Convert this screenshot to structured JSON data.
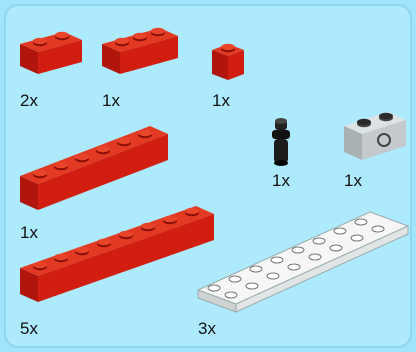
{
  "parts": [
    {
      "name": "red-brick-1x2",
      "quantity": "2x",
      "color": "#c81a10"
    },
    {
      "name": "red-brick-1x3",
      "quantity": "1x",
      "color": "#c81a10"
    },
    {
      "name": "red-brick-1x1",
      "quantity": "1x",
      "color": "#c81a10"
    },
    {
      "name": "black-pin",
      "quantity": "1x",
      "color": "#1a1a1a"
    },
    {
      "name": "gray-technic-brick-1x2",
      "quantity": "1x",
      "color": "#c8cdd0"
    },
    {
      "name": "red-brick-1x6",
      "quantity": "1x",
      "color": "#c81a10"
    },
    {
      "name": "red-brick-1x8",
      "quantity": "5x",
      "color": "#c81a10"
    },
    {
      "name": "white-plate-2x8",
      "quantity": "3x",
      "color": "#f4f4f4"
    }
  ],
  "colors": {
    "background": "#aeeafd",
    "border": "#8fd6ef"
  }
}
